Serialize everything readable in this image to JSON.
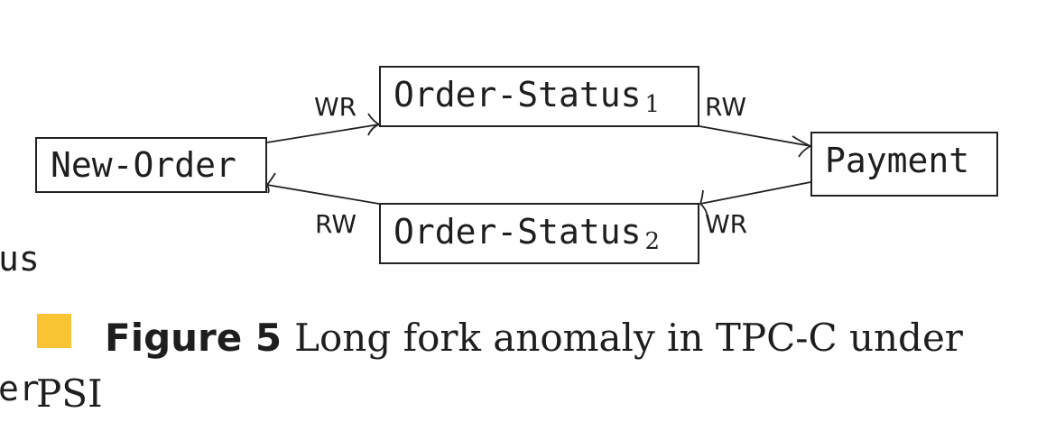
{
  "diagram": {
    "nodes": [
      {
        "id": "new-order",
        "label": "New-Order",
        "sub": ""
      },
      {
        "id": "order-status-1",
        "label": "Order-Status",
        "sub": "1"
      },
      {
        "id": "order-status-2",
        "label": "Order-Status",
        "sub": "2"
      },
      {
        "id": "payment",
        "label": "Payment",
        "sub": ""
      }
    ],
    "edges": [
      {
        "from": "new-order",
        "to": "order-status-1",
        "label": "WR"
      },
      {
        "from": "order-status-1",
        "to": "payment",
        "label": "RW"
      },
      {
        "from": "payment",
        "to": "order-status-2",
        "label": "WR"
      },
      {
        "from": "order-status-2",
        "to": "new-order",
        "label": "RW"
      }
    ]
  },
  "fragments": {
    "left_top": "us",
    "left_bottom": "er"
  },
  "caption": {
    "label": "Figure 5",
    "text_line1": "Long fork anomaly in TPC-C under",
    "text_line2": "PSI",
    "marker_color": "#F9C433"
  }
}
